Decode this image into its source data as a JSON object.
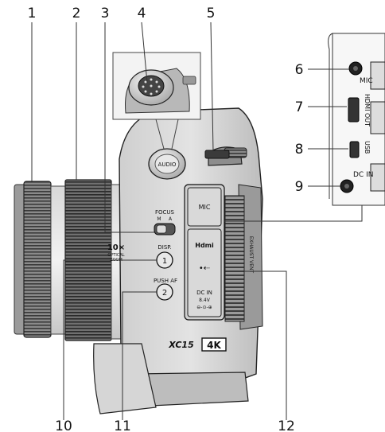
{
  "callouts": {
    "c1": "1",
    "c2": "2",
    "c3": "3",
    "c4": "4",
    "c5": "5",
    "c6": "6",
    "c7": "7",
    "c8": "8",
    "c9": "9",
    "c10": "10",
    "c11": "11",
    "c12": "12"
  },
  "labels": {
    "audio": "AUDIO",
    "focus": "FOCUS",
    "focus_m": "M",
    "focus_a": "A",
    "zoom_10x": "10×",
    "optical": "OPTICAL",
    "zoom": "ZOOM",
    "disp": "DISP.",
    "btn1": "1",
    "push_af": "PUSH AF",
    "btn2": "2",
    "mic_cover": "MIC",
    "hdmi_logo": "Hdmi",
    "usb_symbol": "•⇠",
    "dcin_cover": "DC IN",
    "dcin_voltage": "8.4V",
    "dcin_polarity": "⊖-⊙-⊕",
    "exhaust_vent": "EXHAUST VENT",
    "model": "XC15",
    "badge_4k": "4K",
    "port_mic": "MIC",
    "port_hdmi": "HDMI OUT",
    "port_usb": "USB",
    "port_dcin": "DC IN"
  }
}
